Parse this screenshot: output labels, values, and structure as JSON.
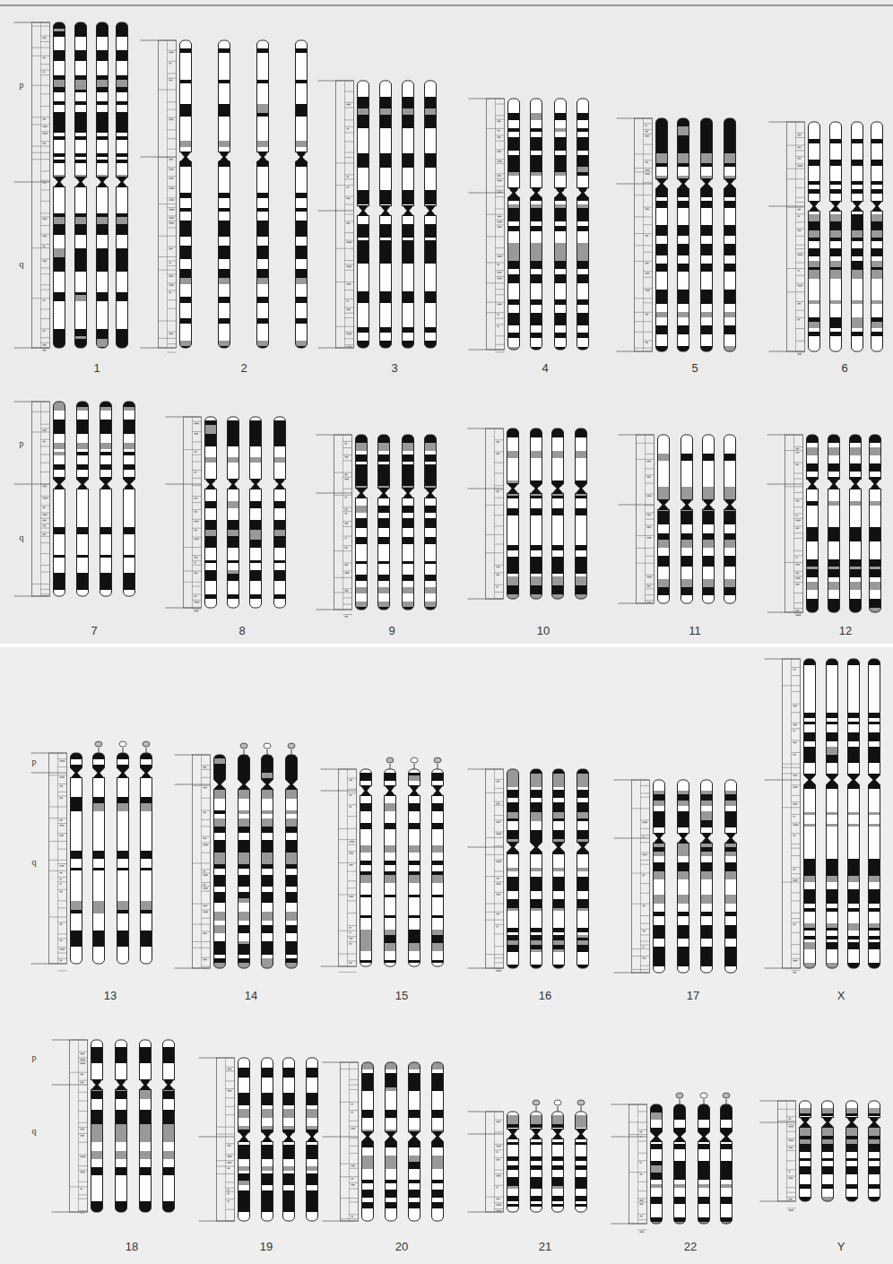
{
  "diagram": {
    "labels": [
      "p",
      "q",
      "1",
      "2",
      "3",
      "4",
      "5",
      "6",
      "p",
      "q",
      "7",
      "8",
      "9",
      "10",
      "11",
      "12",
      "p",
      "q",
      "13",
      "14",
      "15",
      "16",
      "17",
      "X",
      "p",
      "q",
      "18",
      "19",
      "20",
      "21",
      "22",
      "Y"
    ]
  }
}
